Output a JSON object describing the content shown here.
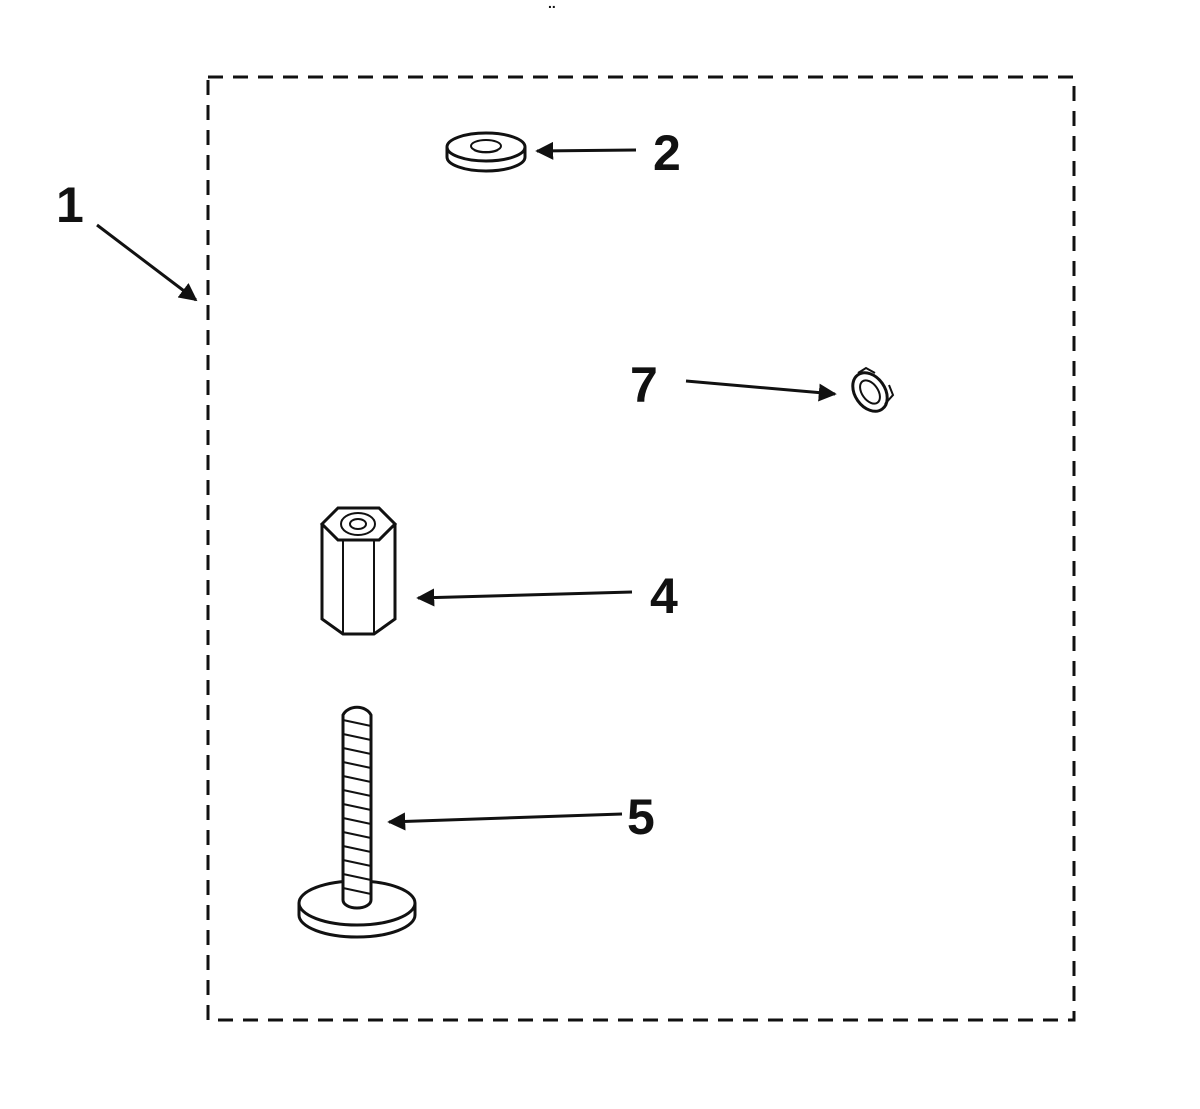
{
  "diagram": {
    "callouts": {
      "kit": "1",
      "washer": "2",
      "clip": "7",
      "spacer": "4",
      "screw": "5"
    }
  }
}
